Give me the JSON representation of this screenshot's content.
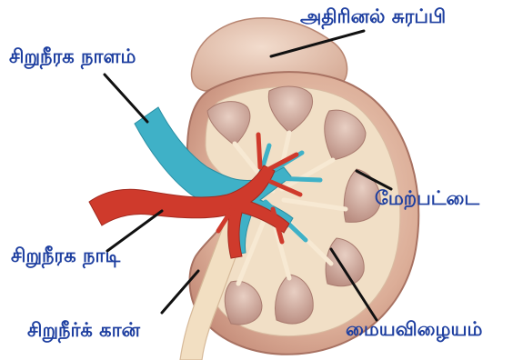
{
  "diagram": {
    "labels": {
      "adrenal_gland": "அதிரினல் சுரப்பி",
      "renal_vein": "சிறுநீரக நாளம்",
      "cortex": "மேற்பட்டை",
      "renal_artery": "சிறுநீரக நாடி",
      "ureter": "சிறுநீர்க் கான்",
      "medulla": "மையவிழையம்"
    },
    "colors": {
      "label_text": "#1e3fa0",
      "leader_line": "#111111",
      "kidney_outer": "#d7a38f",
      "cortex": "#f1dfc6",
      "pyramid": "#c99c8e",
      "adrenal": "#e6c7b5",
      "vein": "#3fb1c7",
      "artery": "#cf3a2c",
      "ureter": "#f2dfc2"
    }
  }
}
